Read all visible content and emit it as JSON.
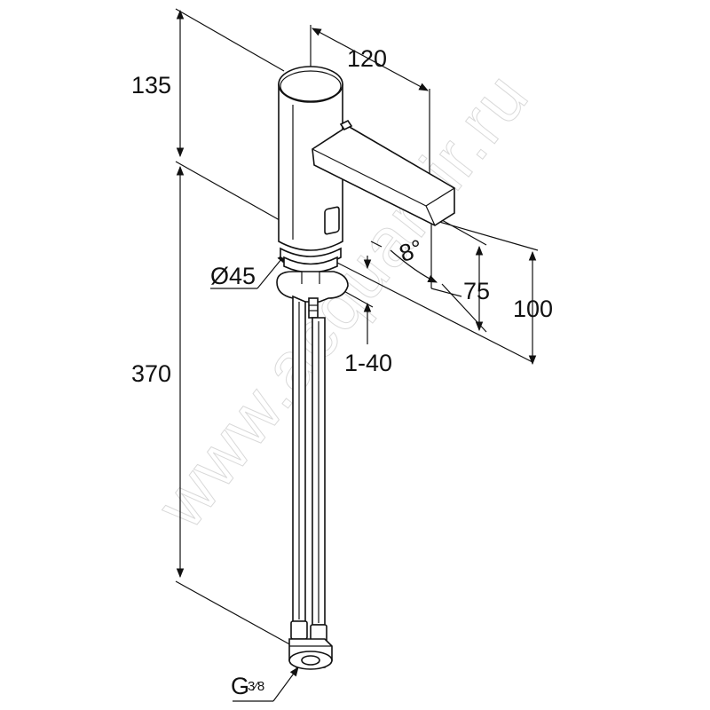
{
  "diagram": {
    "dimensions": {
      "top_height": "135",
      "spout_reach": "120",
      "lower_height": "370",
      "diameter": "Ø45",
      "spout_angle": "8°",
      "spout_clearance": "75",
      "outlet_height": "100",
      "deck_thickness": "1-40",
      "connection_main": "G",
      "connection_fraction": "3⁄8"
    },
    "watermark": "www.acquamir.ru"
  }
}
